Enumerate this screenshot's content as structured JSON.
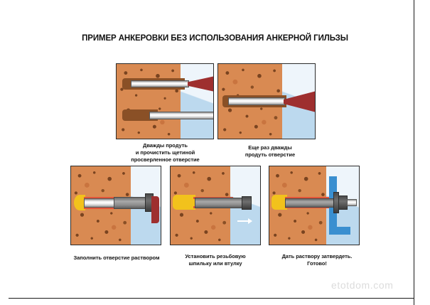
{
  "page": {
    "title": "ПРИМЕР АНКЕРОВКИ БЕЗ ИСПОЛЬЗОВАНИЯ АНКЕРНОЙ ГИЛЬЗЫ",
    "watermark": "etotdom.com",
    "background_color": "#ffffff",
    "frame_color": "#1a1a1a"
  },
  "colors": {
    "brick": "#d98a52",
    "brick_speckle": "#7a4420",
    "air": "#eef5fb",
    "air_shade": "#bcd9ee",
    "blower_red": "#9e2f2f",
    "grout_yellow": "#f2c21c",
    "grout_line": "#e2553a",
    "rod_grey": "#8c8c8c",
    "bracket_blue": "#3a8fd0",
    "text": "#141414"
  },
  "steps": [
    {
      "id": "step-1",
      "caption": "Дважды продуть\nи прочистить щетиной\nпросверленное отверстие",
      "caption_lines": [
        "Дважды продуть",
        "и прочистить щетиной",
        "просверленное отверстие"
      ],
      "elements": [
        "brick-wall",
        "drilled-hole-upper",
        "cleaning-brush",
        "blower-nozzle",
        "drilled-hole-lower",
        "brush-rod"
      ]
    },
    {
      "id": "step-2",
      "caption": "Еще раз дважды\nпродуть отверстие",
      "caption_lines": [
        "Еще раз дважды",
        "продуть отверстие"
      ],
      "elements": [
        "brick-wall",
        "drilled-hole",
        "blower-nozzle"
      ]
    },
    {
      "id": "step-3",
      "caption": "Заполнить отверстие раствором",
      "caption_lines": [
        "Заполнить отверстие раствором"
      ],
      "elements": [
        "brick-wall",
        "injection-gun-nozzle",
        "grout-fill",
        "gun-handle"
      ]
    },
    {
      "id": "step-4",
      "caption": "Установить резьбовую\nшпильку или втулку",
      "caption_lines": [
        "Установить резьбовую",
        "шпильку или втулку"
      ],
      "elements": [
        "brick-wall",
        "threaded-rod",
        "grout-fill",
        "insertion-arrow"
      ]
    },
    {
      "id": "step-5",
      "caption": "Дать раствору затвердеть.\nГотово!",
      "caption_lines": [
        "Дать раствору затвердеть.",
        "Готово!"
      ],
      "elements": [
        "brick-wall",
        "threaded-rod",
        "grout-fill",
        "mounting-bracket",
        "washer",
        "nut"
      ]
    }
  ]
}
